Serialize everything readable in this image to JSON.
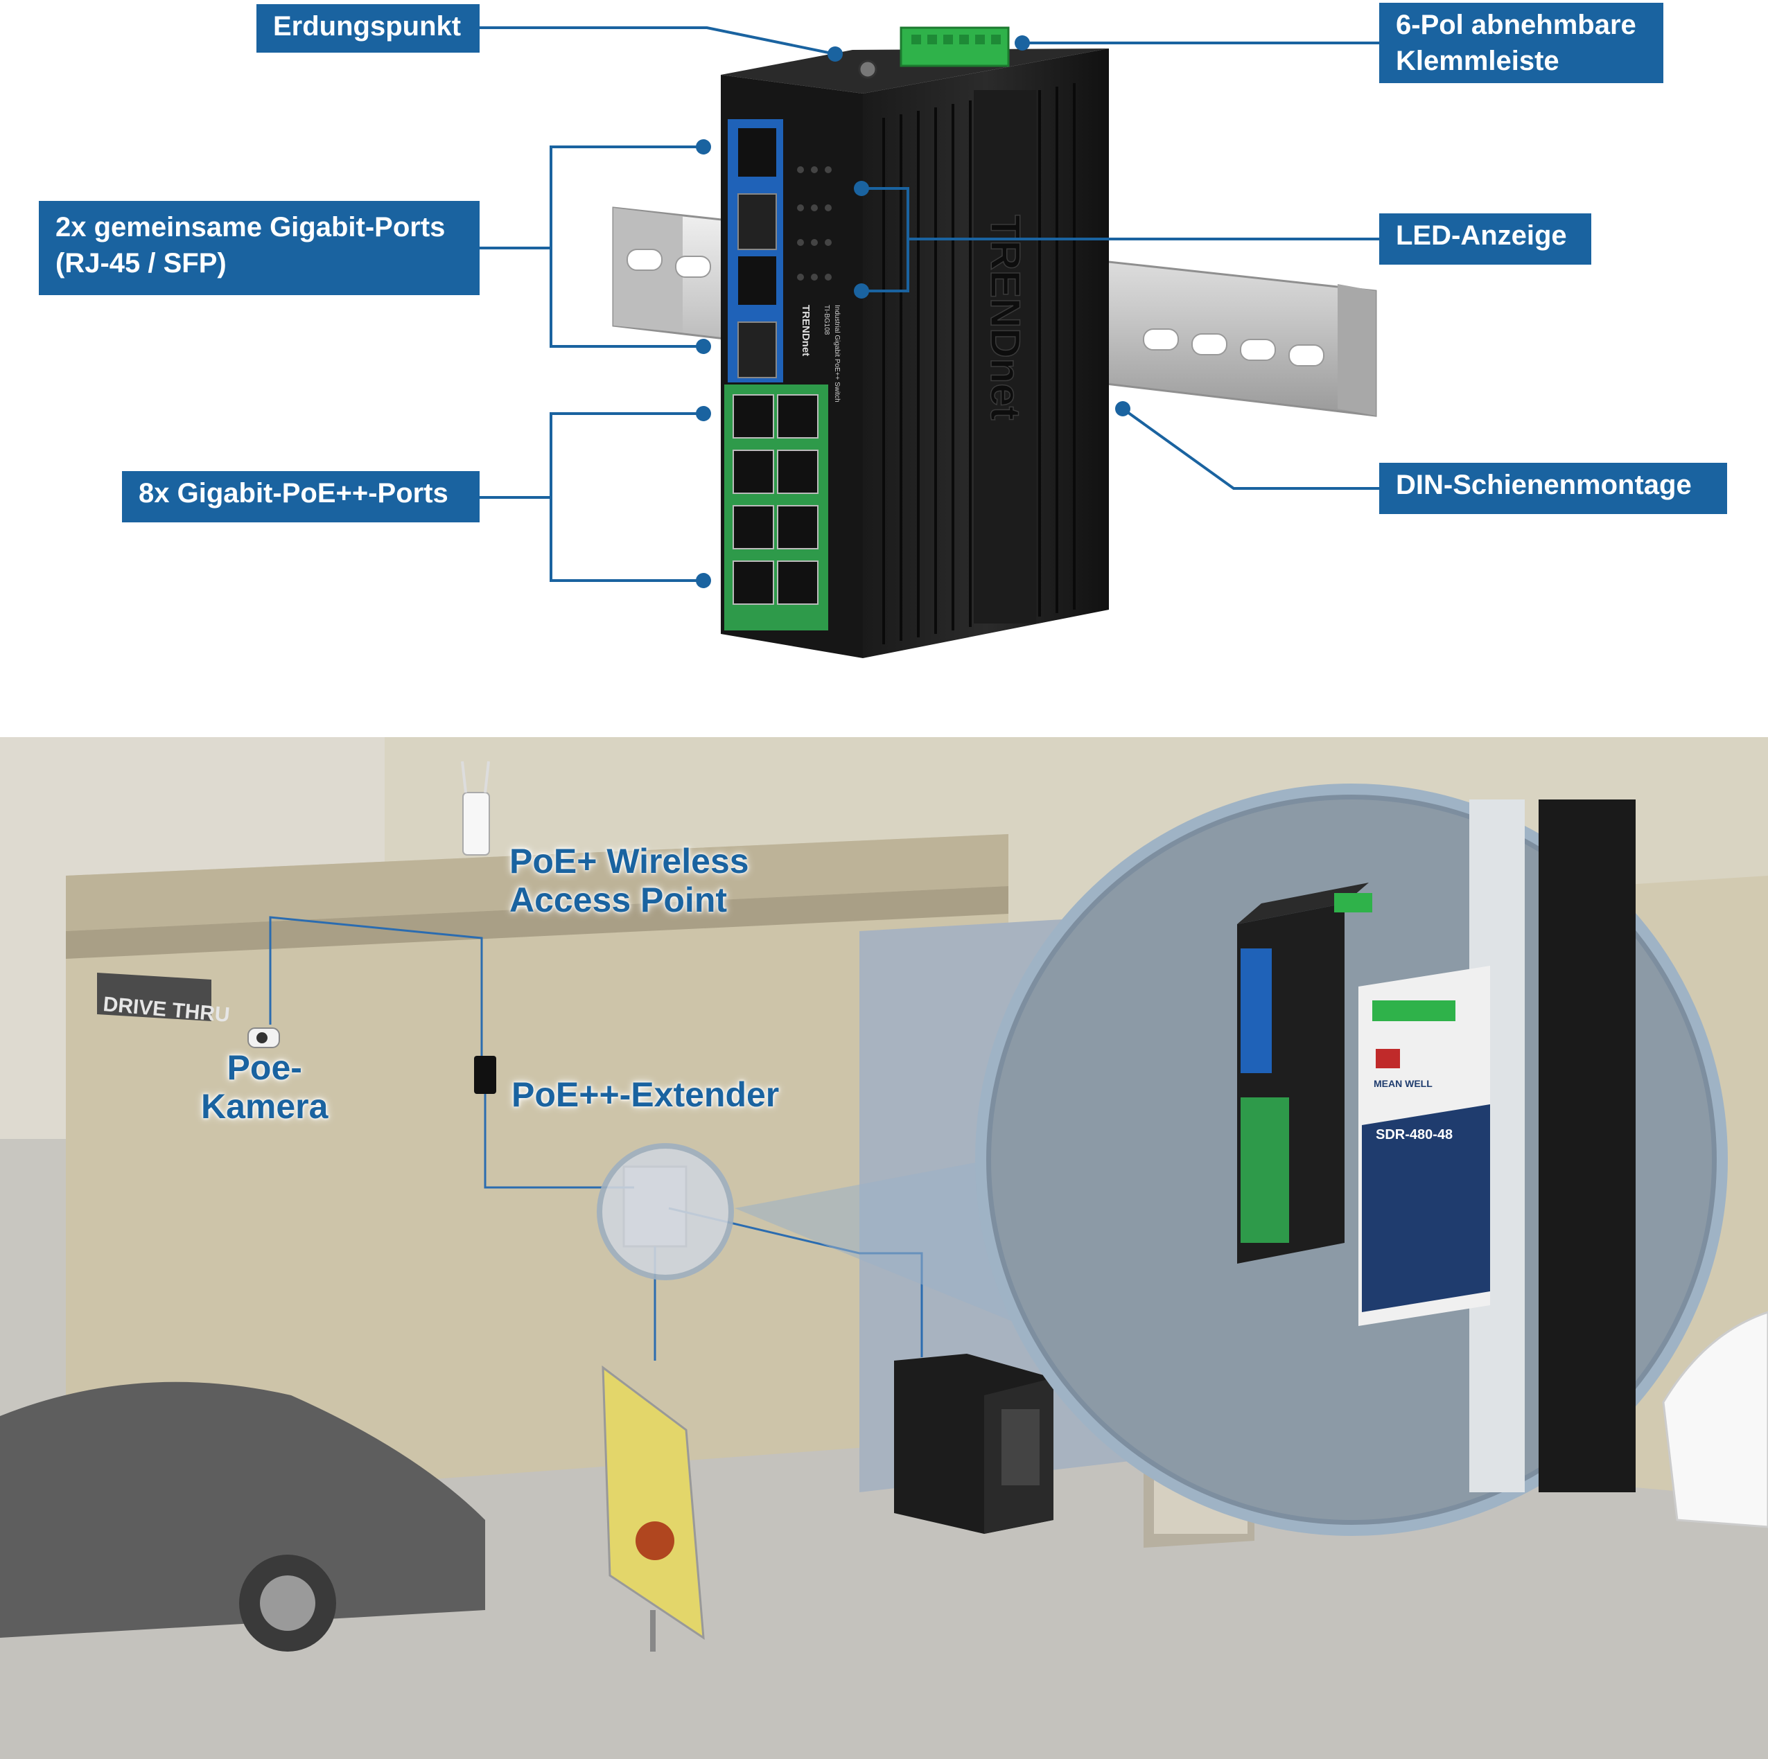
{
  "colors": {
    "callout_bg": "#1a63a0",
    "callout_text": "#ffffff",
    "leader_line": "#1a63a0",
    "scene_label": "#1a63a0"
  },
  "product": {
    "brand_side": "TRENDnet",
    "front_brand": "TRENDnet",
    "front_model_title": "Industrial Gigabit PoE++ Switch",
    "front_model_number": "TI-BG108"
  },
  "callouts": {
    "erdung": "Erdungspunkt",
    "klemmleiste_line1": "6-Pol abnehmbare",
    "klemmleiste_line2": "Klemmleiste",
    "gigabit_ports_line1": "2x gemeinsame Gigabit-Ports",
    "gigabit_ports_line2": "(RJ-45 / SFP)",
    "led": "LED-Anzeige",
    "poe_ports": "8x Gigabit-PoE++-Ports",
    "din": "DIN-Schienenmontage"
  },
  "scene": {
    "drive_thru_sign": "DRIVE THRU",
    "wap_line1": "PoE+ Wireless",
    "wap_line2": "Access Point",
    "camera_line1": "Poe-",
    "camera_line2": "Kamera",
    "extender": "PoE++-Extender",
    "psu_model": "SDR-480-48",
    "psu_brand": "MEAN WELL"
  }
}
